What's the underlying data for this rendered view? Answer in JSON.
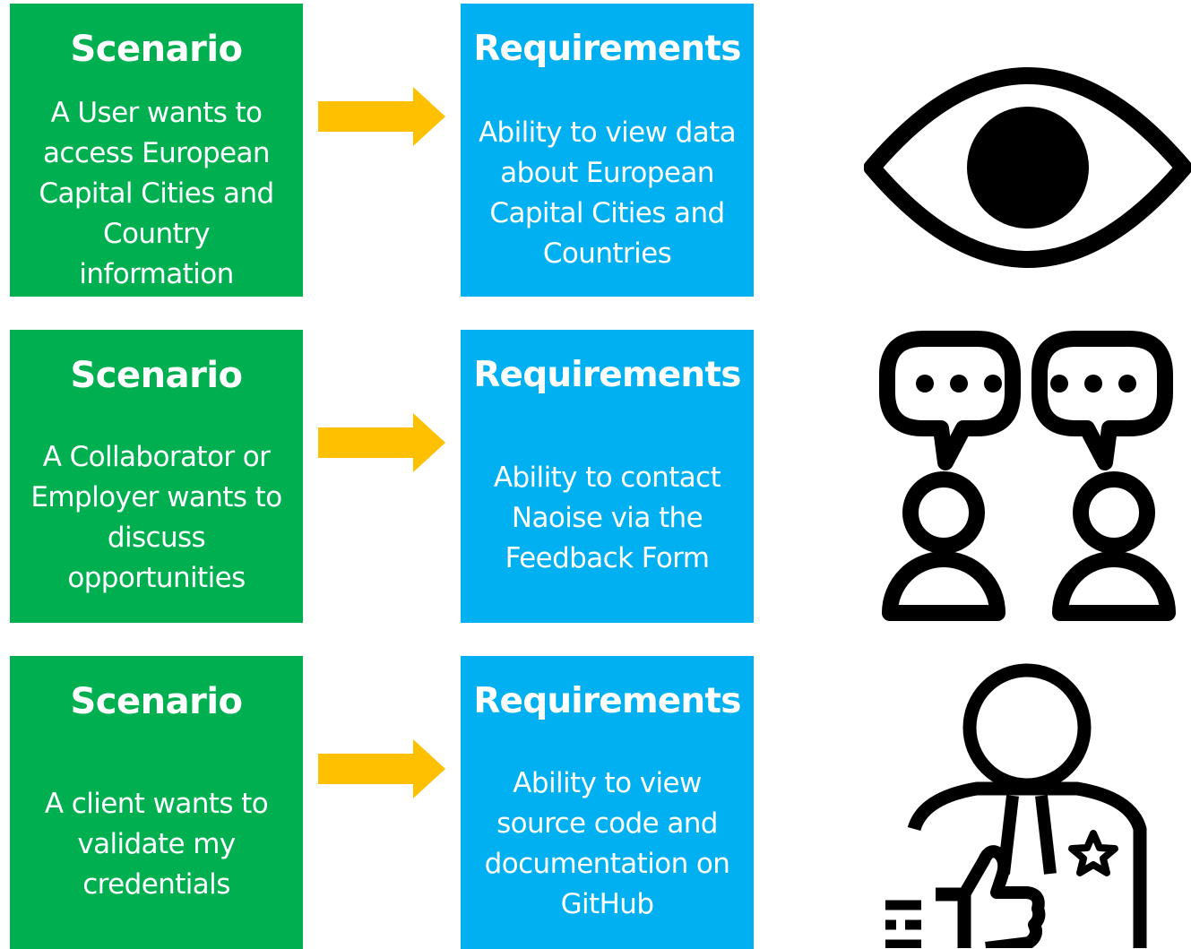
{
  "rows": [
    {
      "scenario_title": "Scenario",
      "scenario_text": "A User wants to\naccess European\nCapital Cities and\nCountry\ninformation",
      "requirement_title": "Requirements",
      "requirement_text": "Ability to view data\nabout European\nCapital Cities and\nCountries",
      "icon": "eye-icon"
    },
    {
      "scenario_title": "Scenario",
      "scenario_text": "A Collaborator or\nEmployer wants to\ndiscuss\nopportunities",
      "requirement_title": "Requirements",
      "requirement_text": "Ability to contact\nNaoise via the\nFeedback Form",
      "icon": "conversation-icon"
    },
    {
      "scenario_title": "Scenario",
      "scenario_text": "A client wants to\nvalidate my\ncredentials",
      "requirement_title": "Requirements",
      "requirement_text": "Ability to view\nsource code and\ndocumentation on\nGitHub",
      "icon": "endorsed-person-icon"
    }
  ],
  "colors": {
    "scenario": "#00b050",
    "requirement": "#00b0f0",
    "arrow": "#ffc000",
    "icon": "#000000"
  }
}
